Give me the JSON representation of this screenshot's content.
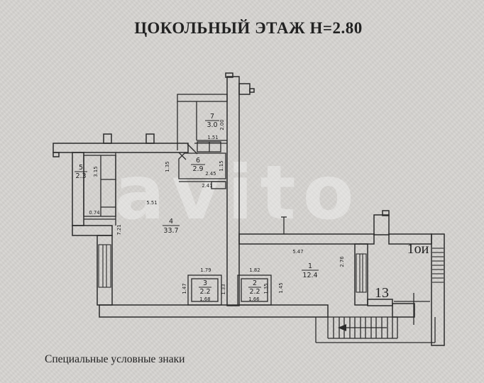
{
  "title": "ЦОКОЛЬНЫЙ ЭТАЖ  Н=2.80",
  "footer": "Специальные условные знаки",
  "watermark": "avito",
  "plan": {
    "stair_hall_label": "1ои",
    "unit_label": "13",
    "rooms": {
      "r1": {
        "number": "1",
        "area": "12.4"
      },
      "r2": {
        "number": "2",
        "area": "2.2"
      },
      "r3": {
        "number": "3",
        "area": "2.2"
      },
      "r4": {
        "number": "4",
        "area": "33.7"
      },
      "r5": {
        "number": "5",
        "area": "2.3"
      },
      "r6": {
        "number": "6",
        "area": "2.9"
      },
      "r7": {
        "number": "7",
        "area": "3.0"
      }
    },
    "dims": {
      "r7_width": "1.51",
      "r7_height": "2.00",
      "r6_width_in": "2.45",
      "r6_width_out": "2.41",
      "r6_height_right": "1.15",
      "r6_height_left": "1.35",
      "r5_height": "3.15",
      "r5_width": "0.74",
      "r4_width": "5.51",
      "r4_height": "7.21",
      "r3_top": "1.79",
      "r3_bottom": "1.68",
      "r3_left": "1.47",
      "r3_right": "1.33",
      "r2_top": "1.82",
      "r2_bottom": "1.66",
      "r2_right": "1.35",
      "r2_far_right": "1.45",
      "r1_width": "5.47",
      "r1_height": "2.76"
    }
  }
}
